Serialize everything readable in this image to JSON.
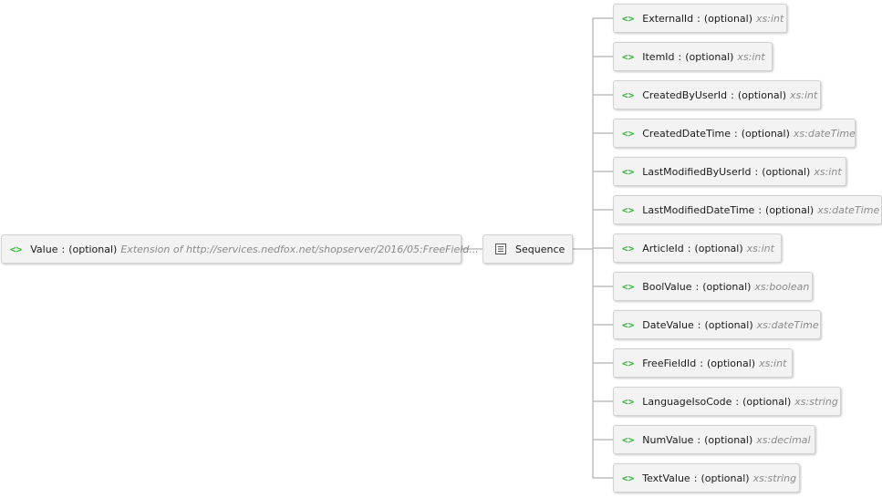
{
  "colors": {
    "tag": "#2eb82e",
    "type": "#8a8a8a",
    "connector": "#bdbdbd"
  },
  "root": {
    "tag": "<>",
    "name": "Value",
    "optional": "(optional)",
    "type": "Extension of http://services.nedfox.net/shopserver/2016/05:FreeField..."
  },
  "sequence": {
    "icon": "sequence-icon",
    "label": "Sequence"
  },
  "children": [
    {
      "tag": "<>",
      "name": "ExternalId",
      "optional": "(optional)",
      "type": "xs:int"
    },
    {
      "tag": "<>",
      "name": "ItemId",
      "optional": "(optional)",
      "type": "xs:int"
    },
    {
      "tag": "<>",
      "name": "CreatedByUserId",
      "optional": "(optional)",
      "type": "xs:int"
    },
    {
      "tag": "<>",
      "name": "CreatedDateTime",
      "optional": "(optional)",
      "type": "xs:dateTime"
    },
    {
      "tag": "<>",
      "name": "LastModifiedByUserId",
      "optional": "(optional)",
      "type": "xs:int"
    },
    {
      "tag": "<>",
      "name": "LastModifiedDateTime",
      "optional": "(optional)",
      "type": "xs:dateTime"
    },
    {
      "tag": "<>",
      "name": "ArticleId",
      "optional": "(optional)",
      "type": "xs:int"
    },
    {
      "tag": "<>",
      "name": "BoolValue",
      "optional": "(optional)",
      "type": "xs:boolean"
    },
    {
      "tag": "<>",
      "name": "DateValue",
      "optional": "(optional)",
      "type": "xs:dateTime"
    },
    {
      "tag": "<>",
      "name": "FreeFieldId",
      "optional": "(optional)",
      "type": "xs:int"
    },
    {
      "tag": "<>",
      "name": "LanguageIsoCode",
      "optional": "(optional)",
      "type": "xs:string"
    },
    {
      "tag": "<>",
      "name": "NumValue",
      "optional": "(optional)",
      "type": "xs:decimal"
    },
    {
      "tag": "<>",
      "name": "TextValue",
      "optional": "(optional)",
      "type": "xs:string"
    }
  ]
}
